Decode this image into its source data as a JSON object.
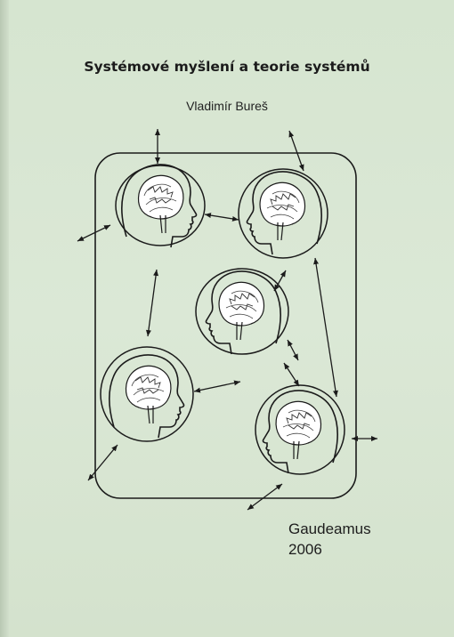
{
  "cover": {
    "title": "Systémové myšlení a teorie systémů",
    "author": "Vladimír Bureš",
    "publisher": "Gaudeamus",
    "year": "2006"
  },
  "colors": {
    "background": "#d9e6d3",
    "ink": "#1b1b1b"
  },
  "diagram": {
    "icons": [
      "head-with-brain-icon",
      "double-arrow-icon"
    ],
    "head_count": 5
  }
}
